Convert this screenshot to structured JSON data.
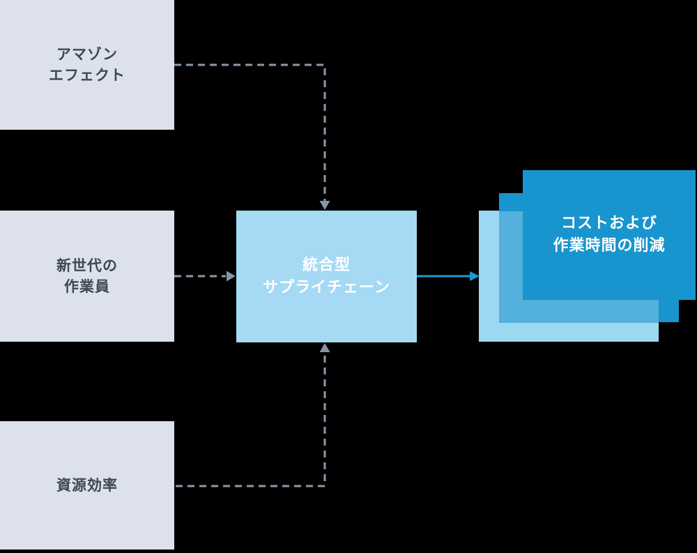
{
  "diagram": {
    "sources": [
      {
        "id": "amazon-effect",
        "label": "アマゾン\nエフェクト"
      },
      {
        "id": "new-generation-workers",
        "label": "新世代の\n作業員"
      },
      {
        "id": "resource-efficiency",
        "label": "資源効率"
      }
    ],
    "hub": {
      "id": "integrated-supply-chain",
      "label": "統合型\nサプライチェーン"
    },
    "outcome": {
      "id": "cost-and-time-reduction",
      "label": "コストおよび\n作業時間の削減"
    },
    "connections": [
      {
        "from": "amazon-effect",
        "to": "integrated-supply-chain",
        "style": "dashed"
      },
      {
        "from": "new-generation-workers",
        "to": "integrated-supply-chain",
        "style": "dashed"
      },
      {
        "from": "resource-efficiency",
        "to": "integrated-supply-chain",
        "style": "dashed"
      },
      {
        "from": "integrated-supply-chain",
        "to": "cost-and-time-reduction",
        "style": "solid"
      }
    ],
    "colors": {
      "background": "#000000",
      "source_box": "#DDE1EB",
      "source_text": "#3D4856",
      "hub_box": "#A5D9F4",
      "hub_text": "#FFFFFF",
      "outcome_card_dark": "#1895CE",
      "outcome_card_medium": "#54B0DC",
      "outcome_card_light": "#9CD8F2",
      "outcome_text": "#FFFFFF",
      "dashed_arrow": "#8B99AC",
      "solid_arrow": "#2196D3"
    }
  }
}
